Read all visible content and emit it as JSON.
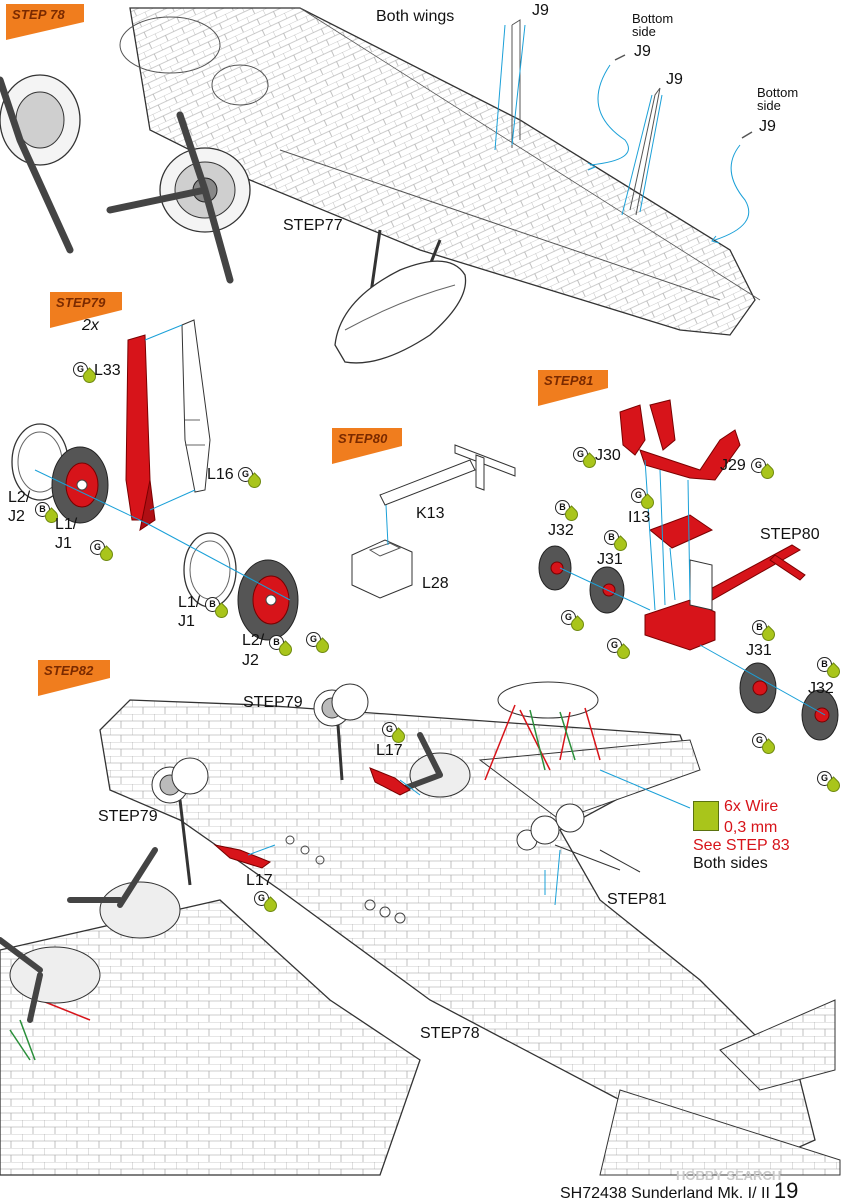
{
  "steps": {
    "s78": "STEP 78",
    "s79": "STEP79",
    "s80": "STEP80",
    "s81": "STEP81",
    "s82": "STEP82"
  },
  "notes": {
    "both_wings": "Both wings",
    "bottom_side": "Bottom side",
    "qty_2x": "2x",
    "wire_qty": "6x Wire",
    "wire_size": "0,3 mm",
    "see_step": "See STEP 83",
    "both_sides": "Both sides"
  },
  "refs": {
    "step77": "STEP77",
    "step79": "STEP79",
    "step80": "STEP80",
    "step81": "STEP81",
    "step78": "STEP78"
  },
  "parts": {
    "J9": "J9",
    "L33": "L33",
    "L16": "L16",
    "L2J2": "L2/",
    "J2": "J2",
    "L1": "L1/",
    "J1": "J1",
    "K13": "K13",
    "L28": "L28",
    "J30": "J30",
    "J29": "J29",
    "I13": "I13",
    "J32": "J32",
    "J31": "J31",
    "L17": "L17"
  },
  "sprues": {
    "G": "G",
    "B": "B"
  },
  "footer": {
    "title": "SH72438 Sunderland Mk. I/ II",
    "page": "19"
  },
  "watermark": "HOBBY SEARCH",
  "icons": [
    "wire-hand-icon",
    "glue-drop-icon",
    "step-badge-icon"
  ],
  "colors": {
    "part_highlight": "#d7141a",
    "step_badge": "#f07d1e",
    "leader": "#1aa0d8",
    "glue": "#a9c51b"
  }
}
